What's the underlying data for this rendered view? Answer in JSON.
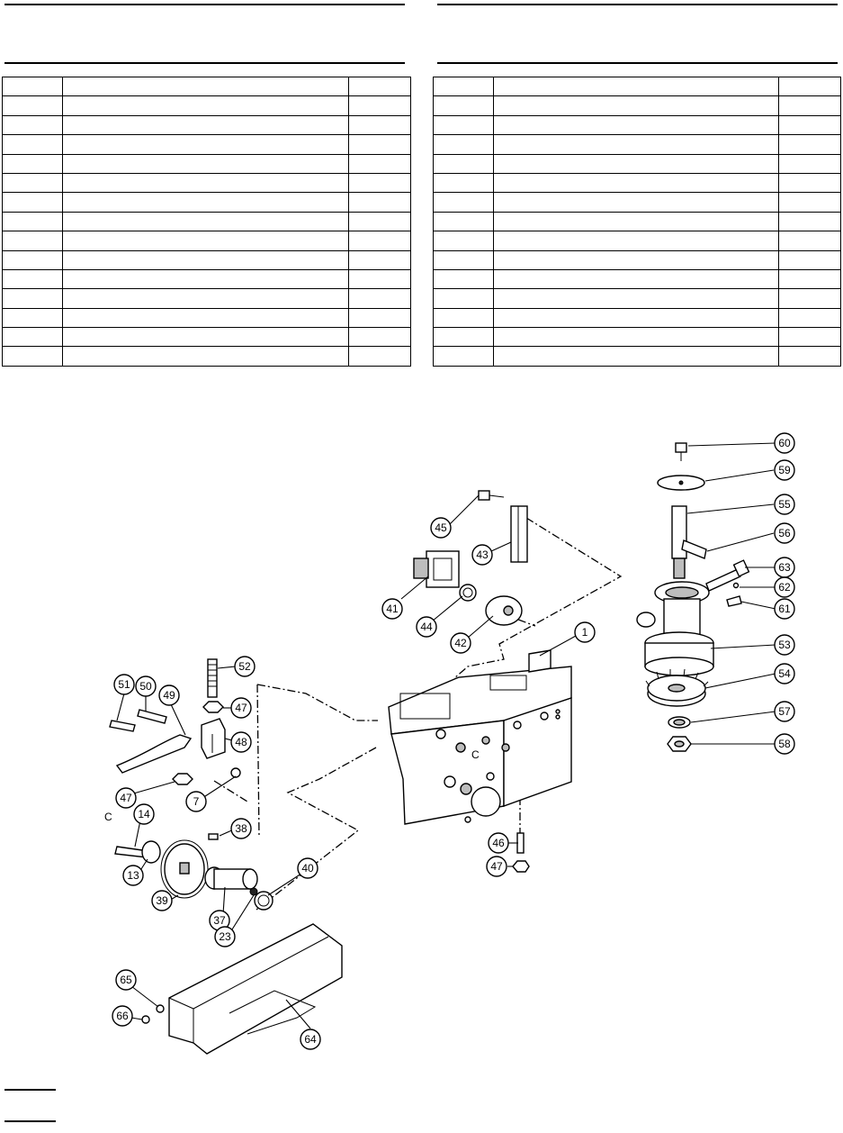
{
  "tables": {
    "left_rows": 15,
    "right_rows": 15
  },
  "callouts": [
    {
      "id": "c60",
      "label": "60"
    },
    {
      "id": "c59",
      "label": "59"
    },
    {
      "id": "c55",
      "label": "55"
    },
    {
      "id": "c56",
      "label": "56"
    },
    {
      "id": "c63",
      "label": "63"
    },
    {
      "id": "c62",
      "label": "62"
    },
    {
      "id": "c61",
      "label": "61"
    },
    {
      "id": "c53",
      "label": "53"
    },
    {
      "id": "c54",
      "label": "54"
    },
    {
      "id": "c57",
      "label": "57"
    },
    {
      "id": "c58",
      "label": "58"
    },
    {
      "id": "c45",
      "label": "45"
    },
    {
      "id": "c43",
      "label": "43"
    },
    {
      "id": "c41",
      "label": "41"
    },
    {
      "id": "c44",
      "label": "44"
    },
    {
      "id": "c42",
      "label": "42"
    },
    {
      "id": "c1",
      "label": "1"
    },
    {
      "id": "c52",
      "label": "52"
    },
    {
      "id": "c51",
      "label": "51"
    },
    {
      "id": "c50",
      "label": "50"
    },
    {
      "id": "c49",
      "label": "49"
    },
    {
      "id": "c47a",
      "label": "47"
    },
    {
      "id": "c48",
      "label": "48"
    },
    {
      "id": "c47b",
      "label": "47"
    },
    {
      "id": "c7",
      "label": "7"
    },
    {
      "id": "c14",
      "label": "14"
    },
    {
      "id": "c38",
      "label": "38"
    },
    {
      "id": "c13",
      "label": "13"
    },
    {
      "id": "c39",
      "label": "39"
    },
    {
      "id": "c37",
      "label": "37"
    },
    {
      "id": "c23",
      "label": "23"
    },
    {
      "id": "c40",
      "label": "40"
    },
    {
      "id": "c46",
      "label": "46"
    },
    {
      "id": "c47c",
      "label": "47"
    },
    {
      "id": "c65",
      "label": "65"
    },
    {
      "id": "c66",
      "label": "66"
    },
    {
      "id": "c64",
      "label": "64"
    }
  ],
  "marks": {
    "c_left": "C",
    "c_body": "C"
  }
}
